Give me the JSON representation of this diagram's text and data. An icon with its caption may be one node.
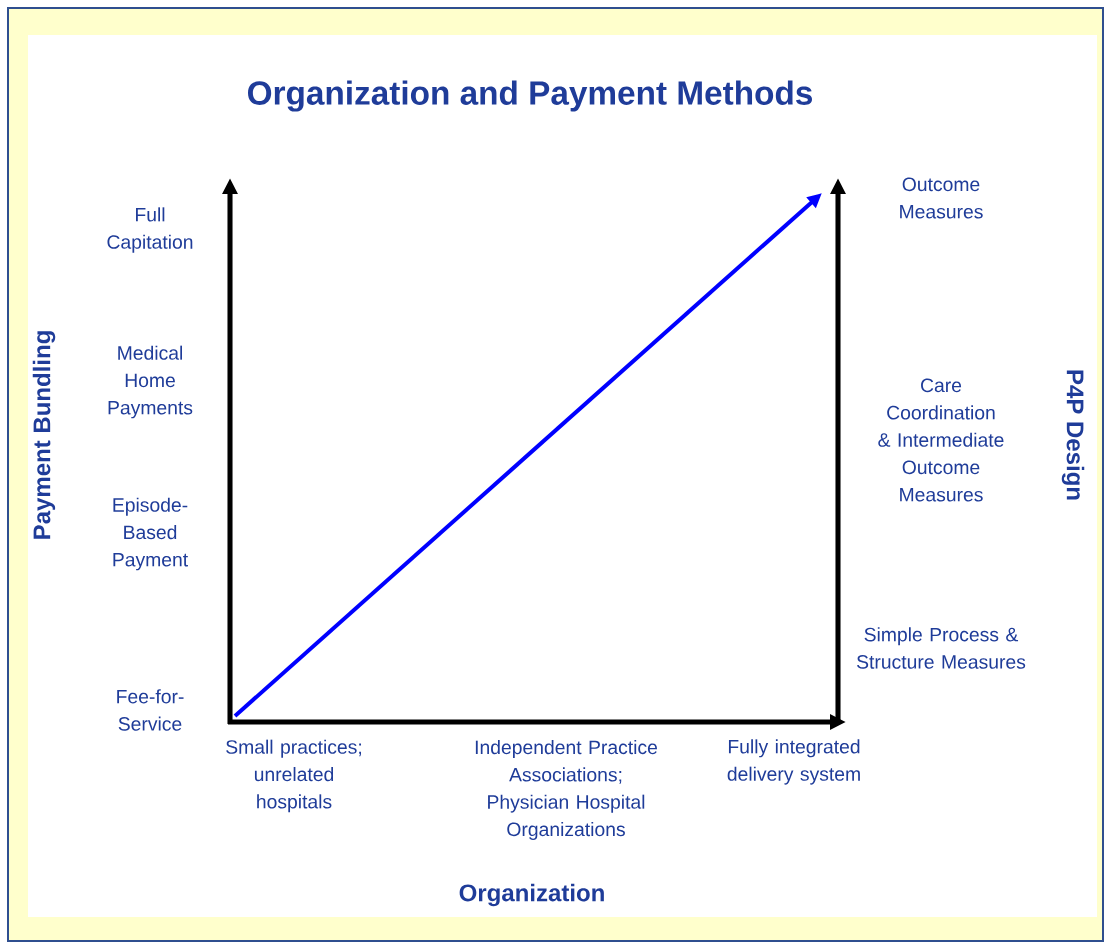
{
  "diagram": {
    "title": "Organization and Payment Methods",
    "labels": [
      "Full Capitation",
      "Outcome Measures",
      "Payment Bundling",
      "Medical Home Payments",
      "Care Coordination & Intermediate Outcome Measures",
      "P4P Design",
      "Episode-Based Payment",
      "Simple Process & Structure Measures",
      "Fee-for-Service",
      "Small practices; unrelated hospitals",
      "Independent Practice Associations; Physician Hospital Organizations",
      "Fully integrated delivery system",
      "Organization"
    ]
  }
}
